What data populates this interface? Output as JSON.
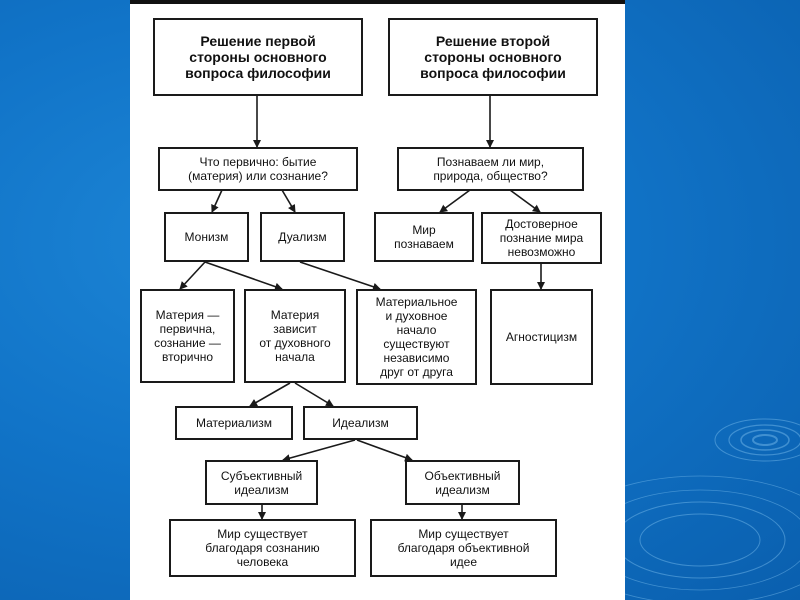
{
  "diagram": {
    "top_left": "Решение первой\nстороны основного\nвопроса философии",
    "top_right": "Решение второй\nстороны основного\nвопроса философии",
    "question_left": "Что первично: бытие\n(материя) или сознание?",
    "question_right": "Познаваем ли мир,\nприрода, общество?",
    "monism": "Монизм",
    "dualism": "Дуализм",
    "world_knowable": "Мир\nпознаваем",
    "knowledge_impossible": "Достоверное\nпознание мира\nневозможно",
    "matter_primary": "Материя —\nпервична,\nсознание —\nвторично",
    "matter_depends": "Материя\nзависит\nот духовного\nначала",
    "independent": "Материальное\nи духовное\nначало\nсуществуют\nнезависимо\nдруг от друга",
    "agnosticism": "Агностицизм",
    "materialism": "Материализм",
    "idealism": "Идеализм",
    "subjective_idealism": "Субъективный\nидеализм",
    "objective_idealism": "Объективный\nидеализм",
    "world_by_consciousness": "Мир существует\nблагодаря сознанию\nчеловека",
    "world_by_idea": "Мир существует\nблагодаря объективной\nидее"
  },
  "colors": {
    "background": "#1174c8",
    "slide": "#ffffff",
    "ink": "#1a1a1a"
  }
}
